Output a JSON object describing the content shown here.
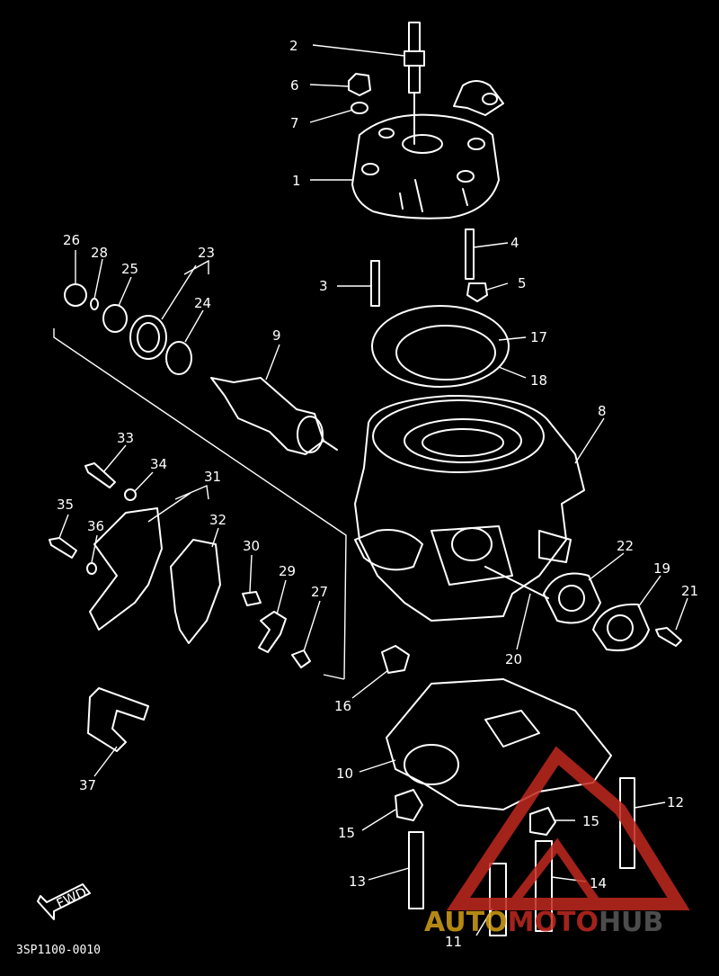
{
  "diagram_code": "3SP1100-0010",
  "fwd_label": "FWD",
  "watermark": {
    "part1": "AUTO",
    "part2": "MOTO",
    "part3": "HUB"
  },
  "colors": {
    "background": "#000000",
    "line": "#ffffff",
    "watermark_red": "#c0281f",
    "watermark_gold": "#d4a017",
    "watermark_gray": "#5a5a5a"
  },
  "callouts": [
    {
      "id": "2",
      "text": "2"
    },
    {
      "id": "6",
      "text": "6"
    },
    {
      "id": "7",
      "text": "7"
    },
    {
      "id": "1",
      "text": "1"
    },
    {
      "id": "4",
      "text": "4"
    },
    {
      "id": "3",
      "text": "3"
    },
    {
      "id": "5",
      "text": "5"
    },
    {
      "id": "17",
      "text": "17"
    },
    {
      "id": "18",
      "text": "18"
    },
    {
      "id": "26",
      "text": "26"
    },
    {
      "id": "28",
      "text": "28"
    },
    {
      "id": "25",
      "text": "25"
    },
    {
      "id": "23",
      "text": "23"
    },
    {
      "id": "24",
      "text": "24"
    },
    {
      "id": "9",
      "text": "9"
    },
    {
      "id": "8",
      "text": "8"
    },
    {
      "id": "33",
      "text": "33"
    },
    {
      "id": "34",
      "text": "34"
    },
    {
      "id": "31",
      "text": "31"
    },
    {
      "id": "32",
      "text": "32"
    },
    {
      "id": "35",
      "text": "35"
    },
    {
      "id": "36",
      "text": "36"
    },
    {
      "id": "30",
      "text": "30"
    },
    {
      "id": "29",
      "text": "29"
    },
    {
      "id": "27",
      "text": "27"
    },
    {
      "id": "22",
      "text": "22"
    },
    {
      "id": "19",
      "text": "19"
    },
    {
      "id": "21",
      "text": "21"
    },
    {
      "id": "20",
      "text": "20"
    },
    {
      "id": "16",
      "text": "16"
    },
    {
      "id": "37",
      "text": "37"
    },
    {
      "id": "10",
      "text": "10"
    },
    {
      "id": "15a",
      "text": "15"
    },
    {
      "id": "15b",
      "text": "15"
    },
    {
      "id": "12",
      "text": "12"
    },
    {
      "id": "13",
      "text": "13"
    },
    {
      "id": "14",
      "text": "14"
    },
    {
      "id": "11",
      "text": "11"
    }
  ]
}
